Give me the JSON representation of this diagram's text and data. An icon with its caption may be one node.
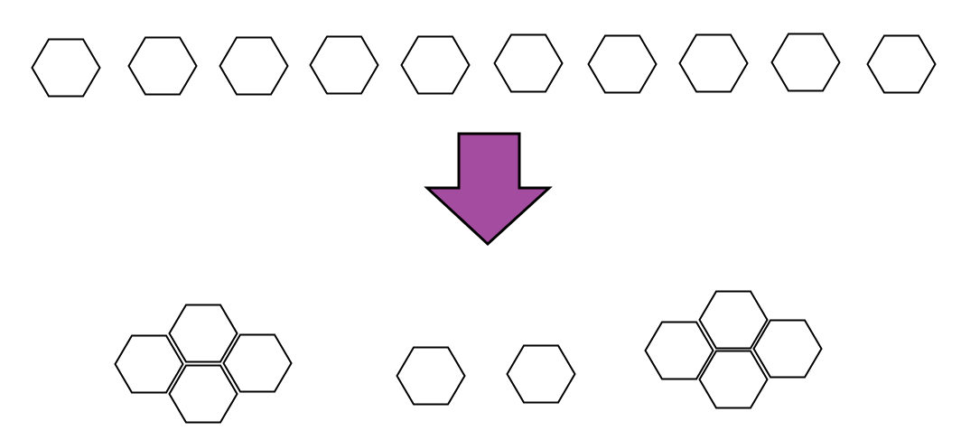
{
  "diagram": {
    "nodes": [
      {
        "text": [],
        "shape": "hexagon"
      },
      {
        "text": [],
        "shape": "hexagon"
      },
      {
        "text": [],
        "shape": "hexagon"
      },
      {
        "text": [],
        "shape": "hexagon"
      },
      {
        "text": [],
        "shape": "hexagon"
      },
      {
        "text": [],
        "shape": "hexagon"
      },
      {
        "text": [],
        "shape": "hexagon"
      },
      {
        "text": [],
        "shape": "hexagon"
      },
      {
        "text": [],
        "shape": "hexagon"
      },
      {
        "text": [],
        "shape": "hexagon"
      },
      {
        "text": [],
        "shape": "hexagon"
      },
      {
        "text": [],
        "shape": "hexagon"
      },
      {
        "text": [],
        "shape": "hexagon"
      },
      {
        "text": [],
        "shape": "hexagon"
      },
      {
        "text": [],
        "shape": "hexagon"
      },
      {
        "text": [],
        "shape": "hexagon"
      },
      {
        "text": [],
        "shape": "hexagon"
      },
      {
        "text": [],
        "shape": "hexagon"
      },
      {
        "text": [],
        "shape": "hexagon"
      },
      {
        "text": [],
        "shape": "hexagon"
      }
    ]
  }
}
